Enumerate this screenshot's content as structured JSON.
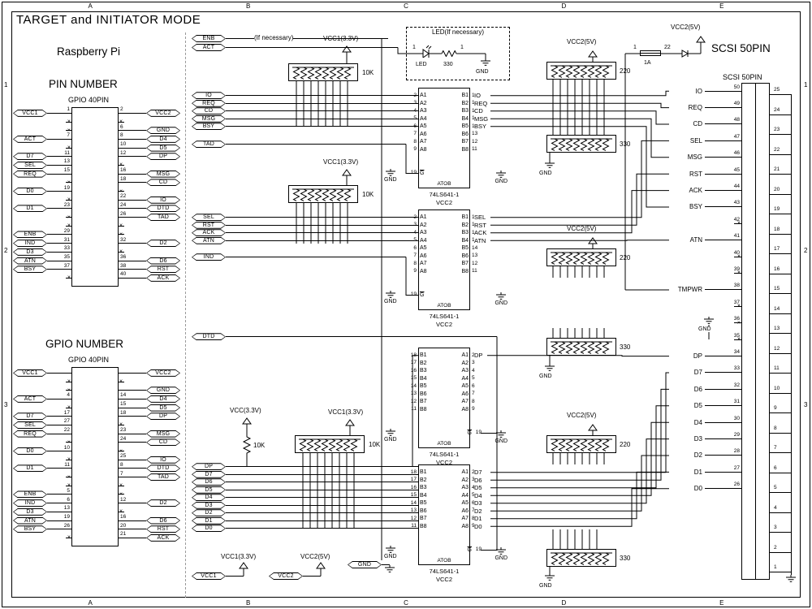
{
  "title": "TARGET and INITIATOR MODE",
  "ruler": {
    "cols": [
      "A",
      "B",
      "C",
      "D",
      "E"
    ],
    "rows": [
      "1",
      "2",
      "3"
    ]
  },
  "labels": {
    "if_necessary": "(If necessary)",
    "vcc1_33": "VCC1(3.3V)",
    "vcc2_5": "VCC2(5V)",
    "vcc_33": "VCC(3.3V)",
    "vcc2": "VCC2",
    "gnd": "GND",
    "r10k": "10K",
    "r220": "220",
    "r330": "330",
    "part": "74LS641-1",
    "atob": "ATOB",
    "g": "G",
    "g_pin": "19",
    "fuse_pin_l": "1",
    "fuse_value": "1A",
    "fuse_pin_r": "22"
  },
  "led_box": {
    "title": "LED(If necessary)",
    "pin_a": "1",
    "pin_b": "1",
    "led": "LED",
    "res": "330"
  },
  "rpi": {
    "title": "Raspberry Pi",
    "pin_heading": "PIN NUMBER",
    "gpio_heading": "GPIO NUMBER",
    "connector_label": "GPIO 40PIN",
    "pin_left": [
      {
        "c": "crow L",
        "l": "VCC1",
        "n": "1",
        "x": ""
      },
      {
        "c": "crow L nu",
        "l": "",
        "n": "",
        "x": "×"
      },
      {
        "c": "crow L nu",
        "l": "",
        "n": "",
        "x": "×"
      },
      {
        "c": "crow L",
        "l": "ACT",
        "n": "7",
        "x": ""
      },
      {
        "c": "crow L nu",
        "l": "",
        "n": "",
        "x": "×"
      },
      {
        "c": "crow L",
        "l": "D7",
        "n": "11",
        "x": ""
      },
      {
        "c": "crow L",
        "l": "SEL",
        "n": "13",
        "x": ""
      },
      {
        "c": "crow L",
        "l": "REQ",
        "n": "15",
        "x": ""
      },
      {
        "c": "crow L nu",
        "l": "",
        "n": "",
        "x": "×"
      },
      {
        "c": "crow L",
        "l": "D0",
        "n": "19",
        "x": ""
      },
      {
        "c": "crow L nu",
        "l": "",
        "n": "",
        "x": "×"
      },
      {
        "c": "crow L",
        "l": "D1",
        "n": "23",
        "x": ""
      },
      {
        "c": "crow L nu",
        "l": "",
        "n": "",
        "x": "×"
      },
      {
        "c": "crow L nu",
        "l": "",
        "n": "",
        "x": "×"
      },
      {
        "c": "crow L",
        "l": "ENB",
        "n": "29",
        "x": ""
      },
      {
        "c": "crow L",
        "l": "IND",
        "n": "31",
        "x": ""
      },
      {
        "c": "crow L",
        "l": "D3",
        "n": "33",
        "x": ""
      },
      {
        "c": "crow L",
        "l": "ATN",
        "n": "35",
        "x": ""
      },
      {
        "c": "crow L",
        "l": "BSY",
        "n": "37",
        "x": ""
      },
      {
        "c": "crow L nu",
        "l": "",
        "n": "",
        "x": "×"
      }
    ],
    "pin_right": [
      {
        "c": "crow R",
        "l": "VCC2",
        "n": "2",
        "x": ""
      },
      {
        "c": "crow R nu",
        "l": "",
        "n": "",
        "x": "×"
      },
      {
        "c": "crow R",
        "l": "GND",
        "n": "6",
        "x": ""
      },
      {
        "c": "crow R",
        "l": "D4",
        "n": "8",
        "x": ""
      },
      {
        "c": "crow R",
        "l": "D5",
        "n": "10",
        "x": ""
      },
      {
        "c": "crow R",
        "l": "DP",
        "n": "12",
        "x": ""
      },
      {
        "c": "crow R nu",
        "l": "",
        "n": "",
        "x": "×"
      },
      {
        "c": "crow R",
        "l": "MSG",
        "n": "16",
        "x": ""
      },
      {
        "c": "crow R",
        "l": "CD",
        "n": "18",
        "x": ""
      },
      {
        "c": "crow R nu",
        "l": "",
        "n": "",
        "x": "×"
      },
      {
        "c": "crow R",
        "l": "IO",
        "n": "22",
        "x": ""
      },
      {
        "c": "crow R",
        "l": "DTD",
        "n": "24",
        "x": ""
      },
      {
        "c": "crow R",
        "l": "TAD",
        "n": "26",
        "x": ""
      },
      {
        "c": "crow R nu",
        "l": "",
        "n": "",
        "x": "×"
      },
      {
        "c": "crow R nu",
        "l": "",
        "n": "",
        "x": "×"
      },
      {
        "c": "crow R",
        "l": "D2",
        "n": "32",
        "x": ""
      },
      {
        "c": "crow R nu",
        "l": "",
        "n": "",
        "x": "×"
      },
      {
        "c": "crow R",
        "l": "D6",
        "n": "36",
        "x": ""
      },
      {
        "c": "crow R",
        "l": "RST",
        "n": "38",
        "x": ""
      },
      {
        "c": "crow R",
        "l": "ACK",
        "n": "40",
        "x": ""
      }
    ],
    "gpio_left": [
      {
        "c": "crow L",
        "l": "VCC1",
        "n": "",
        "x": ""
      },
      {
        "c": "crow L nu",
        "l": "",
        "n": "",
        "x": "×"
      },
      {
        "c": "crow L nu",
        "l": "",
        "n": "",
        "x": "×"
      },
      {
        "c": "crow L",
        "l": "ACT",
        "n": "4",
        "x": ""
      },
      {
        "c": "crow L nu",
        "l": "",
        "n": "",
        "x": "×"
      },
      {
        "c": "crow L",
        "l": "D7",
        "n": "17",
        "x": ""
      },
      {
        "c": "crow L",
        "l": "SEL",
        "n": "27",
        "x": ""
      },
      {
        "c": "crow L",
        "l": "REQ",
        "n": "22",
        "x": ""
      },
      {
        "c": "crow L nu",
        "l": "",
        "n": "",
        "x": "×"
      },
      {
        "c": "crow L",
        "l": "D0",
        "n": "10",
        "x": ""
      },
      {
        "c": "crow L nu",
        "l": "",
        "n": "",
        "x": "×"
      },
      {
        "c": "crow L",
        "l": "D1",
        "n": "11",
        "x": ""
      },
      {
        "c": "crow L nu",
        "l": "",
        "n": "",
        "x": "×"
      },
      {
        "c": "crow L nu",
        "l": "",
        "n": "",
        "x": "×"
      },
      {
        "c": "crow L",
        "l": "ENB",
        "n": "5",
        "x": ""
      },
      {
        "c": "crow L",
        "l": "IND",
        "n": "6",
        "x": ""
      },
      {
        "c": "crow L",
        "l": "D3",
        "n": "13",
        "x": ""
      },
      {
        "c": "crow L",
        "l": "ATN",
        "n": "19",
        "x": ""
      },
      {
        "c": "crow L",
        "l": "BSY",
        "n": "26",
        "x": ""
      },
      {
        "c": "crow L nu",
        "l": "",
        "n": "",
        "x": "×"
      }
    ],
    "gpio_right": [
      {
        "c": "crow R",
        "l": "VCC2",
        "n": "",
        "x": ""
      },
      {
        "c": "crow R nu",
        "l": "",
        "n": "",
        "x": "×"
      },
      {
        "c": "crow R",
        "l": "GND",
        "n": "",
        "x": ""
      },
      {
        "c": "crow R",
        "l": "D4",
        "n": "14",
        "x": ""
      },
      {
        "c": "crow R",
        "l": "D5",
        "n": "15",
        "x": ""
      },
      {
        "c": "crow R",
        "l": "DP",
        "n": "18",
        "x": ""
      },
      {
        "c": "crow R nu",
        "l": "",
        "n": "",
        "x": "×"
      },
      {
        "c": "crow R",
        "l": "MSG",
        "n": "23",
        "x": ""
      },
      {
        "c": "crow R",
        "l": "CD",
        "n": "24",
        "x": ""
      },
      {
        "c": "crow R nu",
        "l": "",
        "n": "",
        "x": "×"
      },
      {
        "c": "crow R",
        "l": "IO",
        "n": "25",
        "x": ""
      },
      {
        "c": "crow R",
        "l": "DTD",
        "n": "8",
        "x": ""
      },
      {
        "c": "crow R",
        "l": "TAD",
        "n": "7",
        "x": ""
      },
      {
        "c": "crow R nu",
        "l": "",
        "n": "",
        "x": "×"
      },
      {
        "c": "crow R nu",
        "l": "",
        "n": "",
        "x": "×"
      },
      {
        "c": "crow R",
        "l": "D2",
        "n": "12",
        "x": ""
      },
      {
        "c": "crow R nu",
        "l": "",
        "n": "",
        "x": "×"
      },
      {
        "c": "crow R",
        "l": "D6",
        "n": "16",
        "x": ""
      },
      {
        "c": "crow R",
        "l": "RST",
        "n": "20",
        "x": ""
      },
      {
        "c": "crow R",
        "l": "ACK",
        "n": "21",
        "x": ""
      }
    ]
  },
  "signals": {
    "enb_act": [
      "ENB",
      "ACT"
    ],
    "group1": [
      "IO",
      "REQ",
      "CD",
      "MSG",
      "BSY"
    ],
    "tad": "TAD",
    "group2": [
      "SEL",
      "RST",
      "ACK",
      "ATN"
    ],
    "ind": "IND",
    "dtd": "DTD",
    "data_group": [
      "DP",
      "D7",
      "D6",
      "D5",
      "D4",
      "D3",
      "D2",
      "D1",
      "D0"
    ],
    "out1": [
      "IO",
      "REQ",
      "CD",
      "MSG",
      "BSY"
    ],
    "out2": [
      "SEL",
      "RST",
      "ACK",
      "ATN"
    ],
    "out3": "DP",
    "out4": [
      "D7",
      "D6",
      "D5",
      "D4",
      "D3",
      "D2",
      "D1",
      "D0"
    ],
    "bottom": {
      "vcc1": "VCC1",
      "vcc2": "VCC2",
      "gnd": "GND"
    }
  },
  "chips": {
    "a_side": [
      {
        "n": "2",
        "p": "A1"
      },
      {
        "n": "3",
        "p": "A2"
      },
      {
        "n": "4",
        "p": "A3"
      },
      {
        "n": "5",
        "p": "A4"
      },
      {
        "n": "6",
        "p": "A5"
      },
      {
        "n": "7",
        "p": "A6"
      },
      {
        "n": "8",
        "p": "A7"
      },
      {
        "n": "9",
        "p": "A8"
      }
    ],
    "b_side": [
      {
        "n": "18",
        "p": "B1"
      },
      {
        "n": "17",
        "p": "B2"
      },
      {
        "n": "16",
        "p": "B3"
      },
      {
        "n": "15",
        "p": "B4"
      },
      {
        "n": "14",
        "p": "B5"
      },
      {
        "n": "13",
        "p": "B6"
      },
      {
        "n": "12",
        "p": "B7"
      },
      {
        "n": "11",
        "p": "B8"
      }
    ]
  },
  "scsi": {
    "heading": "SCSI 50PIN",
    "connector_label": "SCSI 50PIN",
    "left": [
      {
        "c": "srow",
        "label": "IO",
        "pin": "50",
        "x": ""
      },
      {
        "c": "srow",
        "label": "REQ",
        "pin": "49",
        "x": ""
      },
      {
        "c": "srow",
        "label": "CD",
        "pin": "48",
        "x": ""
      },
      {
        "c": "srow",
        "label": "SEL",
        "pin": "47",
        "x": ""
      },
      {
        "c": "srow",
        "label": "MSG",
        "pin": "46",
        "x": ""
      },
      {
        "c": "srow",
        "label": "RST",
        "pin": "45",
        "x": ""
      },
      {
        "c": "srow",
        "label": "ACK",
        "pin": "44",
        "x": ""
      },
      {
        "c": "srow",
        "label": "BSY",
        "pin": "43",
        "x": ""
      },
      {
        "c": "srow nu",
        "label": "",
        "pin": "42",
        "x": "×"
      },
      {
        "c": "srow",
        "label": "ATN",
        "pin": "41",
        "x": ""
      },
      {
        "c": "srow nu",
        "label": "",
        "pin": "40",
        "x": "×"
      },
      {
        "c": "srow nu",
        "label": "",
        "pin": "39",
        "x": "×"
      },
      {
        "c": "srow",
        "label": "TMPWR",
        "pin": "38",
        "x": ""
      },
      {
        "c": "srow nu",
        "label": "",
        "pin": "37",
        "x": "×"
      },
      {
        "c": "srow nu",
        "label": "",
        "pin": "36",
        "x": "×"
      },
      {
        "c": "srow nu",
        "label": "",
        "pin": "35",
        "x": "×"
      },
      {
        "c": "srow",
        "label": "DP",
        "pin": "34",
        "x": ""
      },
      {
        "c": "srow",
        "label": "D7",
        "pin": "33",
        "x": ""
      },
      {
        "c": "srow",
        "label": "D6",
        "pin": "32",
        "x": ""
      },
      {
        "c": "srow",
        "label": "D5",
        "pin": "31",
        "x": ""
      },
      {
        "c": "srow",
        "label": "D4",
        "pin": "30",
        "x": ""
      },
      {
        "c": "srow",
        "label": "D3",
        "pin": "29",
        "x": ""
      },
      {
        "c": "srow",
        "label": "D2",
        "pin": "28",
        "x": ""
      },
      {
        "c": "srow",
        "label": "D1",
        "pin": "27",
        "x": ""
      },
      {
        "c": "srow",
        "label": "D0",
        "pin": "26",
        "x": ""
      }
    ],
    "right": [
      "25",
      "24",
      "23",
      "22",
      "21",
      "20",
      "19",
      "18",
      "17",
      "16",
      "15",
      "14",
      "13",
      "12",
      "11",
      "10",
      "9",
      "8",
      "7",
      "6",
      "5",
      "4",
      "3",
      "2",
      "1"
    ]
  }
}
